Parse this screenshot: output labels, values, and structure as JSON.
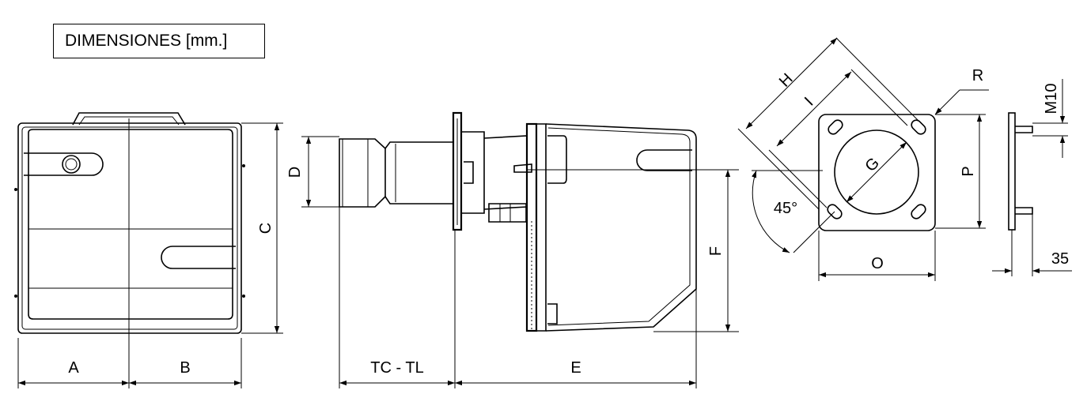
{
  "title": "DIMENSIONES  [mm.]",
  "labels": {
    "A": "A",
    "B": "B",
    "C": "C",
    "D": "D",
    "E": "E",
    "F": "F",
    "G": "G",
    "H": "H",
    "I": "I",
    "O": "O",
    "P": "P",
    "R": "R",
    "TC_TL": "TC - TL",
    "angle": "45°",
    "M10": "M10",
    "d35": "35"
  },
  "colors": {
    "line": "#000000",
    "background": "#ffffff"
  }
}
